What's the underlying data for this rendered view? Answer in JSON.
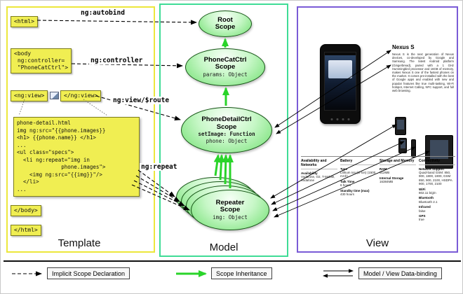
{
  "template_panel": {
    "label": "Template",
    "boxes": {
      "html_open": "<html>",
      "body_open": "<body\n ng:controller=\n \"PhoneCatCtrl\">",
      "ngview_open": "<ng:view>",
      "ngview_close": "</ng:view>",
      "body_close": "</body>",
      "html_close": "</html>"
    },
    "annotations": {
      "autobind": "ng:autobind",
      "controller": "ng:controller",
      "view_route": "ng:view/$route",
      "repeat": "ng:repeat"
    },
    "detail_code": {
      "lines": [
        "phone-detail.html",
        "img ng:src=\"{{phone.images}}",
        "<h1> {{phone.name}} </h1>",
        "...",
        "<ul class=\"specs\">",
        "  <li ng:repeat=\"img in",
        "              phone.images\">",
        "    <img ng:src=\"{{img}}\"/>",
        "  </li>",
        "..."
      ]
    }
  },
  "model_panel": {
    "label": "Model",
    "scopes": {
      "root": {
        "title_line1": "Root",
        "title_line2": "Scope"
      },
      "phonecat": {
        "title_line1": "PhoneCatCtrl",
        "title_line2": "Scope",
        "prop1": "params: Object"
      },
      "phonedetail": {
        "title_line1": "PhoneDetailCtrl",
        "title_line2": "Scope",
        "prop_bold": "setImage: Function",
        "prop1": "phone: Object"
      },
      "repeater": {
        "title_line1": "Repeater",
        "title_line2": "Scope",
        "prop1": "img: Object"
      }
    }
  },
  "view_panel": {
    "label": "View",
    "product": {
      "title": "Nexus S",
      "description": "Nexus S is the next generation of Nexus devices, co-developed by Google and Samsung. The latest Android platform (Gingerbread), paired with a 1 GHz Hummingbird processor and 16GB of memory, makes Nexus S one of the fastest phones on the market. It comes pre-installed with the best of Google apps and enabled with new and popular features like true multi-tasking, Wi-Fi hotspot, Internet Calling, NFC support, and full web browsing."
    },
    "specs": [
      {
        "header": "Availability and Networks",
        "rows": [
          {
            "l": "Availability",
            "v": "Voda/one, O2, T-Mobile, Vodafone"
          }
        ]
      },
      {
        "header": "Battery",
        "rows": [
          {
            "l": "Type",
            "v": "Lithium Ion (Li-Ion) (1500 mAh)"
          },
          {
            "l": "Talk Time",
            "v": "6 hours"
          },
          {
            "l": "Standby time (max)",
            "v": "430 hours"
          }
        ]
      },
      {
        "header": "Storage and Memory",
        "rows": [
          {
            "l": "RAM",
            "v": "512MB"
          },
          {
            "l": "Internal Storage",
            "v": "16384MB"
          }
        ]
      },
      {
        "header": "Connectivity",
        "rows": [
          {
            "l": "Network Support",
            "v": "Quad-band GSM: 850, 900, 1800, 1900, GSM 850, 900, 2100, HSDPA 900, 1700, 2100"
          },
          {
            "l": "WiFi",
            "v": "802.11 b/g/n"
          },
          {
            "l": "Bluetooth",
            "v": "Bluetooth 2.1"
          },
          {
            "l": "Infrared",
            "v": "false"
          },
          {
            "l": "GPS",
            "v": "true"
          }
        ]
      }
    ]
  },
  "legend": {
    "implicit": "Implicit Scope Declaration",
    "inheritance": "Scope Inheritance",
    "databinding": "Model / View Data-binding"
  },
  "colors": {
    "template_border": "#ece73b",
    "model_border": "#3fdc96",
    "view_border": "#7a5bd6",
    "code_bg": "#f0ee52",
    "scope_green": "#6fdf6f",
    "arrow_green": "#2ad42a"
  }
}
